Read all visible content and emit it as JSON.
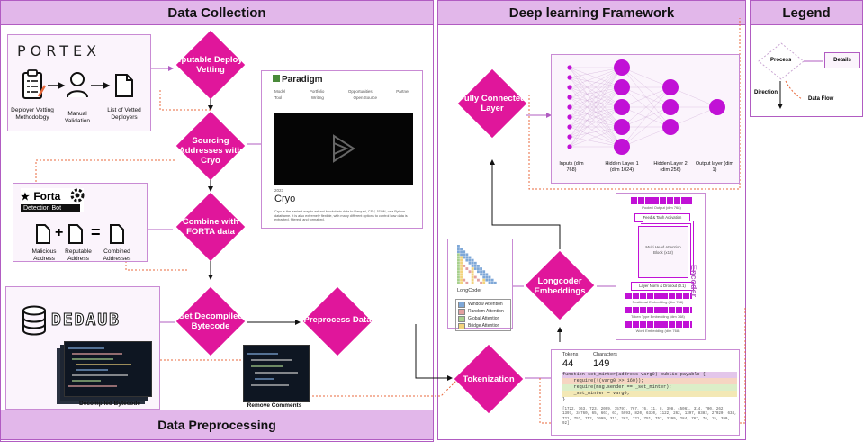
{
  "sections": {
    "data_collection": "Data Collection",
    "deep_learning": "Deep learning Framework",
    "legend": "Legend",
    "data_preprocessing": "Data Preprocessing"
  },
  "portex": {
    "logo": "PORTEX",
    "items": [
      "Deployer Vetting Methodology",
      "Manual Validation",
      "List of Vetted Deployers"
    ]
  },
  "forta": {
    "logo": "Forta",
    "badge": "Detection Bot",
    "items": [
      "Malicious Address",
      "Reputable Address",
      "Combined Addresses"
    ],
    "ops": [
      "+",
      "="
    ]
  },
  "dedaub": {
    "logo": "DEDAUB",
    "caption": "Decompiled Bytecode"
  },
  "remove_comments": "Remove Comments",
  "paradigm": {
    "logo": "Paradigm",
    "meta_headers": [
      "Model",
      "Portfolio",
      "Opportunities",
      "Partner"
    ],
    "meta_values": [
      "Tool",
      "Writing",
      "Open Source"
    ],
    "date": "2023",
    "title": "Cryo",
    "desc": "Cryo is the easiest way to extract blockchain data to Parquet, CSV, JSON, or a Python dataframe. It is also extremely flexible, with many different options to control how data is extracted, filtered, and formatted."
  },
  "process_nodes": {
    "reputable": "Reputable Deployer Vetting",
    "sourcing": "Sourcing Addresses with Cryo",
    "combine": "Combine with FORTA data",
    "decompiled": "Get Decompiled Bytecode",
    "preprocess": "Preprocess Data",
    "fully_connected": "Fully Connected Layer",
    "longcoder": "Longcoder Embeddings",
    "tokenization": "Tokenization"
  },
  "network": {
    "labels": [
      "Inputs (dim 768)",
      "Hidden Layer 1 (dim 1024)",
      "Hidden Layer 2 (dim 256)",
      "Output layer (dim 1)"
    ]
  },
  "encoder": {
    "title": "Encoder",
    "pooled": "Pooled Output (dim 768)",
    "feed": "Feed & Tanh Activation",
    "attention": "Multi Head Attention Block (x12)",
    "layernorm": "Layer Norm & Dropout (0.1)",
    "positional": "Positional Embedding (dim 768)",
    "token_type": "Token Type Embedding (dim 768)",
    "word": "Word Embedding (dim 768)"
  },
  "longcoder": {
    "caption": "LongCoder",
    "legend": [
      "Window Attention",
      "Random Attention",
      "Global Attention",
      "Bridge Attention"
    ],
    "colors": [
      "#7fa8d8",
      "#e3a0a0",
      "#a8d08d",
      "#f2d37c"
    ]
  },
  "tokenizer": {
    "tokens_label": "Tokens",
    "chars_label": "Characters",
    "tokens": "44",
    "chars": "149",
    "code_lines": [
      "function set_minter(address varg0) public payable {",
      "    require(!(varg0 >> 160));",
      "    require(msg.sender == _set_minter);",
      "    _set_minter = varg0;",
      "}"
    ],
    "ids": "[1722, 763, 723, 2099, 15797, 767, 76, 11, 8, 398, 45061, 314, 700, 262, 1397, 34760, 65, 667, 61, 5993, 820, 6330, 1122, 262, 1397, 8382, 27020, 634, 721, 751, 752, 2099, 317, 262, 721, 751, 752, 3399, 284, 767, 76, 15, 390, 92]"
  },
  "legend_items": {
    "process": "Process",
    "details": "Details",
    "direction": "Direction",
    "flow": "Data Flow"
  },
  "colors": {
    "magenta": "#e0169b",
    "header": "#e2b7ea",
    "border": "#b15cc2",
    "node": "#c111d6",
    "flow": "#e8683c"
  }
}
